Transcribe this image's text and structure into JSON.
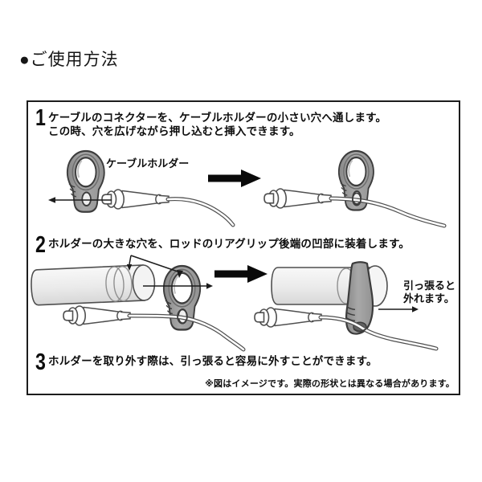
{
  "title": "●ご使用方法",
  "steps": [
    {
      "number": "1",
      "text": "ケーブルのコネクターを、ケーブルホルダーの小さい穴へ通します。\nこの時、穴を広げながら押し込むと挿入できます。"
    },
    {
      "number": "2",
      "text": "ホルダーの大きな穴を、ロッドのリアグリップ後端の凹部に装着します。"
    },
    {
      "number": "3",
      "text": "ホルダーを取り外す際は、引っ張ると容易に外すことができます。"
    }
  ],
  "labels": {
    "cable_holder": "ケーブルホルダー",
    "pull_note": "引っ張ると\n外れます。"
  },
  "footnote": "※図はイメージです。実際の形状とは異なる場合があります。",
  "colors": {
    "holder_gray": "#9a9a9a",
    "rod_gray": "#e9e9e9",
    "line_dark": "#3c3c3c",
    "text": "#0d0d0d"
  }
}
